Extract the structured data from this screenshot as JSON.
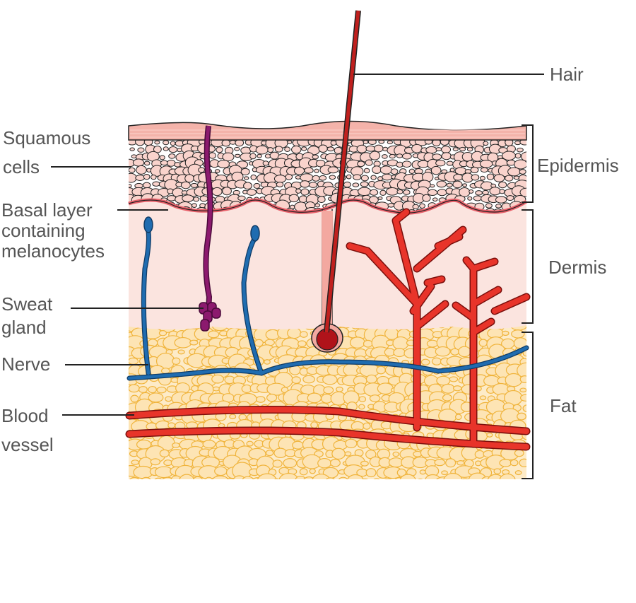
{
  "labels": {
    "hair": "Hair",
    "squamous_line1": "Squamous",
    "squamous_line2": "cells",
    "epidermis": "Epidermis",
    "basal_line1": "Basal layer",
    "basal_line2": "containing",
    "basal_line3": "melanocytes",
    "dermis": "Dermis",
    "sweat_line1": "Sweat",
    "sweat_line2": "gland",
    "nerve": "Nerve",
    "fat": "Fat",
    "blood_line1": "Blood",
    "blood_line2": "vessel"
  },
  "colors": {
    "corneum": "#f4b3aa",
    "cell": "#f9d3cc",
    "dermis": "#fbe4df",
    "fat": "#fdebc8",
    "fat_cell_stroke": "#f0b43c",
    "hair": "#c0201e",
    "sweat": "#8c1a6e",
    "nerve": "#1f6cb0",
    "blood": "#e8342a",
    "label": "#555555"
  }
}
